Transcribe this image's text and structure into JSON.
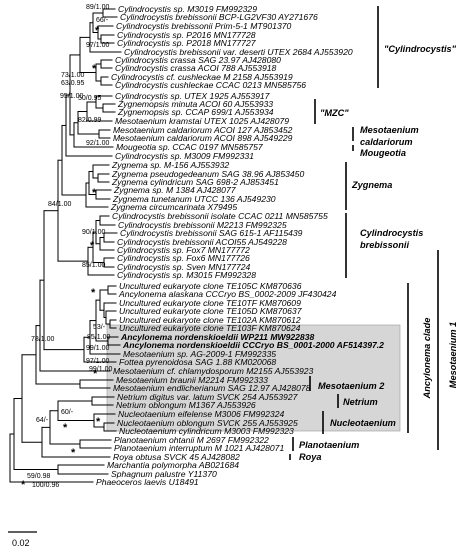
{
  "taxa": [
    "Cylindrocystis sp. M3019 FM992329",
    "Cylindrocystis brebissonii BCP-LG2VF30 AY271676",
    "Cylindrocystis brebissonii Prim-5-1 MT901370",
    "Cylindrocystis sp. P2016 MN177728",
    "Cylindrocystis sp. P2018 MN177727",
    "Cylindrocystis brebissonii var. deserti UTEX 2684 AJ553920",
    "Cylindrocystis crassa SAG 23.97 AJ428080",
    "Cylindrocystis crassa ACOI 788 AJ553918",
    "Cylindrocystis cf. cushleckae M 2158 AJ553919",
    "Cylindrocystis cushleckae CCAC 0213 MN585756",
    "Cylindrocystis sp. UTEX 1925 AJ553917",
    "Zygnemopsis minuta ACOI 60 AJ553933",
    "Zygnemopsis sp. CCAP 699/1 AJ553934",
    "Mesotaenium kramstai UTEX 1025 AJ428079",
    "Mesotaenium caldariorum ACOI 127 AJ853452",
    "Mesotaenium caldariorum ACOI 898 AJ549229",
    "Mougeotia sp. CCAC 0197 MN585757",
    "Cylindrocystis sp. M3009 FM992331",
    "Zygnema sp. M-156 AJ553932",
    "Zygnema pseudogedeanum SAG 38.96 AJ853450",
    "Zygnema cylindricum SAG 698-2 AJ853451",
    "Zygnema sp. M 1384 AJ428077",
    "Zygnema tunetanum UTCC 136 AJ549230",
    "Zygnema circumcarinata X79495",
    "Cylindrocystis brebissonii isolate CCAC 0211 MN585755",
    "Cylindrocystis brebissonii M2213 FM992325",
    "Cylindrocystis brebissonii SAG 615-1 AF115439",
    "Cylindrocystis brebissonii ACOI55 AJ549228",
    "Cylindrocystis sp. Fox7 MN177772",
    "Cylindrocystis sp. Fox6 MN177726",
    "Cylindrocystis sp. Sven MN177724",
    "Cylindrocystis sp. M3015 FM992328",
    "Uncultured eukaryote clone TE105C KM870636",
    "Ancylonema alaskana CCCryo BS_0002-2009 JF430424",
    "Uncultured eukaryote clone TE10TF KM870609",
    "Uncultured eukaryote clone TE105D KM870637",
    "Uncultured eukaryote clone TE102A KM870612",
    "Uncultured eukaryote clone TE103F KM870624",
    "Ancylonema nordenskioeldii WP211 MW922838",
    "Ancylonema nordenskioeldii CCCryo BS_0001-2000 AF514397.2",
    "Mesotaenium sp. AG-2009-1 FM992335",
    "Fottea pyrenoidosa SAG 1.88 KM020068",
    "Mesotaenium cf. chlamydosporum M2155 AJ553923",
    "Mesotaenium braunii M2214 FM992333",
    "Mesotaenium endlicherianum SAG 12.97 AJ428078",
    "Netrium digitus var. latum SVCK 254 AJ553927",
    "Netrium oblongum M1367 AJ553926",
    "Nucleotaenium eifelense M3006 FM992324",
    "Nucleotaenium oblongum SVCK 255 AJ553925",
    "Nucleotaenium cylindricum M3003 FM992323",
    "Planotaenium ohtanii M 2697 FM992322",
    "Planotaenium interruptum M 1021 AJ428071",
    "Roya obtusa SVCK 45 AJ428082",
    "Marchantia polymorpha AB021684",
    "Sphagnum palustre Y11370",
    "Phaeoceros laevis U18491"
  ],
  "supports": [
    "89/1.00",
    "66/-",
    "97/1.00",
    "73/1.00",
    "63/0.95",
    "95/1.00",
    "50/0.95",
    "82/0.99",
    "92/1.00",
    "84/1.00",
    "90/1.00",
    "85/1.00",
    "78/1.00",
    "53/-",
    "85/1.00",
    "99/1.00",
    "97/1.00",
    "99/1.00",
    "60/-",
    "64/-",
    "59/0.98",
    "100/0.96"
  ],
  "star_symbol": "*",
  "clades": {
    "cylindrocystis_q": "\"Cylindrocystis\"",
    "mzc": "\"MZC\"",
    "meso_cald": [
      "Mesotaenium",
      "caldariorum"
    ],
    "mougeotia": "Mougeotia",
    "zygnema": "Zygnema",
    "cyl_breb": [
      "Cylindrocystis",
      "brebissonii"
    ],
    "ancylonema": "Ancylonema clade",
    "meso1": "Mesotaenium 1",
    "meso2": "Mesotaenium 2",
    "netrium": "Netrium",
    "nucleotaenium": "Nucleotaenium",
    "planotaenium": "Planotaenium",
    "roya": "Roya"
  },
  "scale_label": "0.02",
  "colors": {
    "highlight": "#d6d6d6",
    "highlight_border": "#999999",
    "line": "#000000"
  }
}
